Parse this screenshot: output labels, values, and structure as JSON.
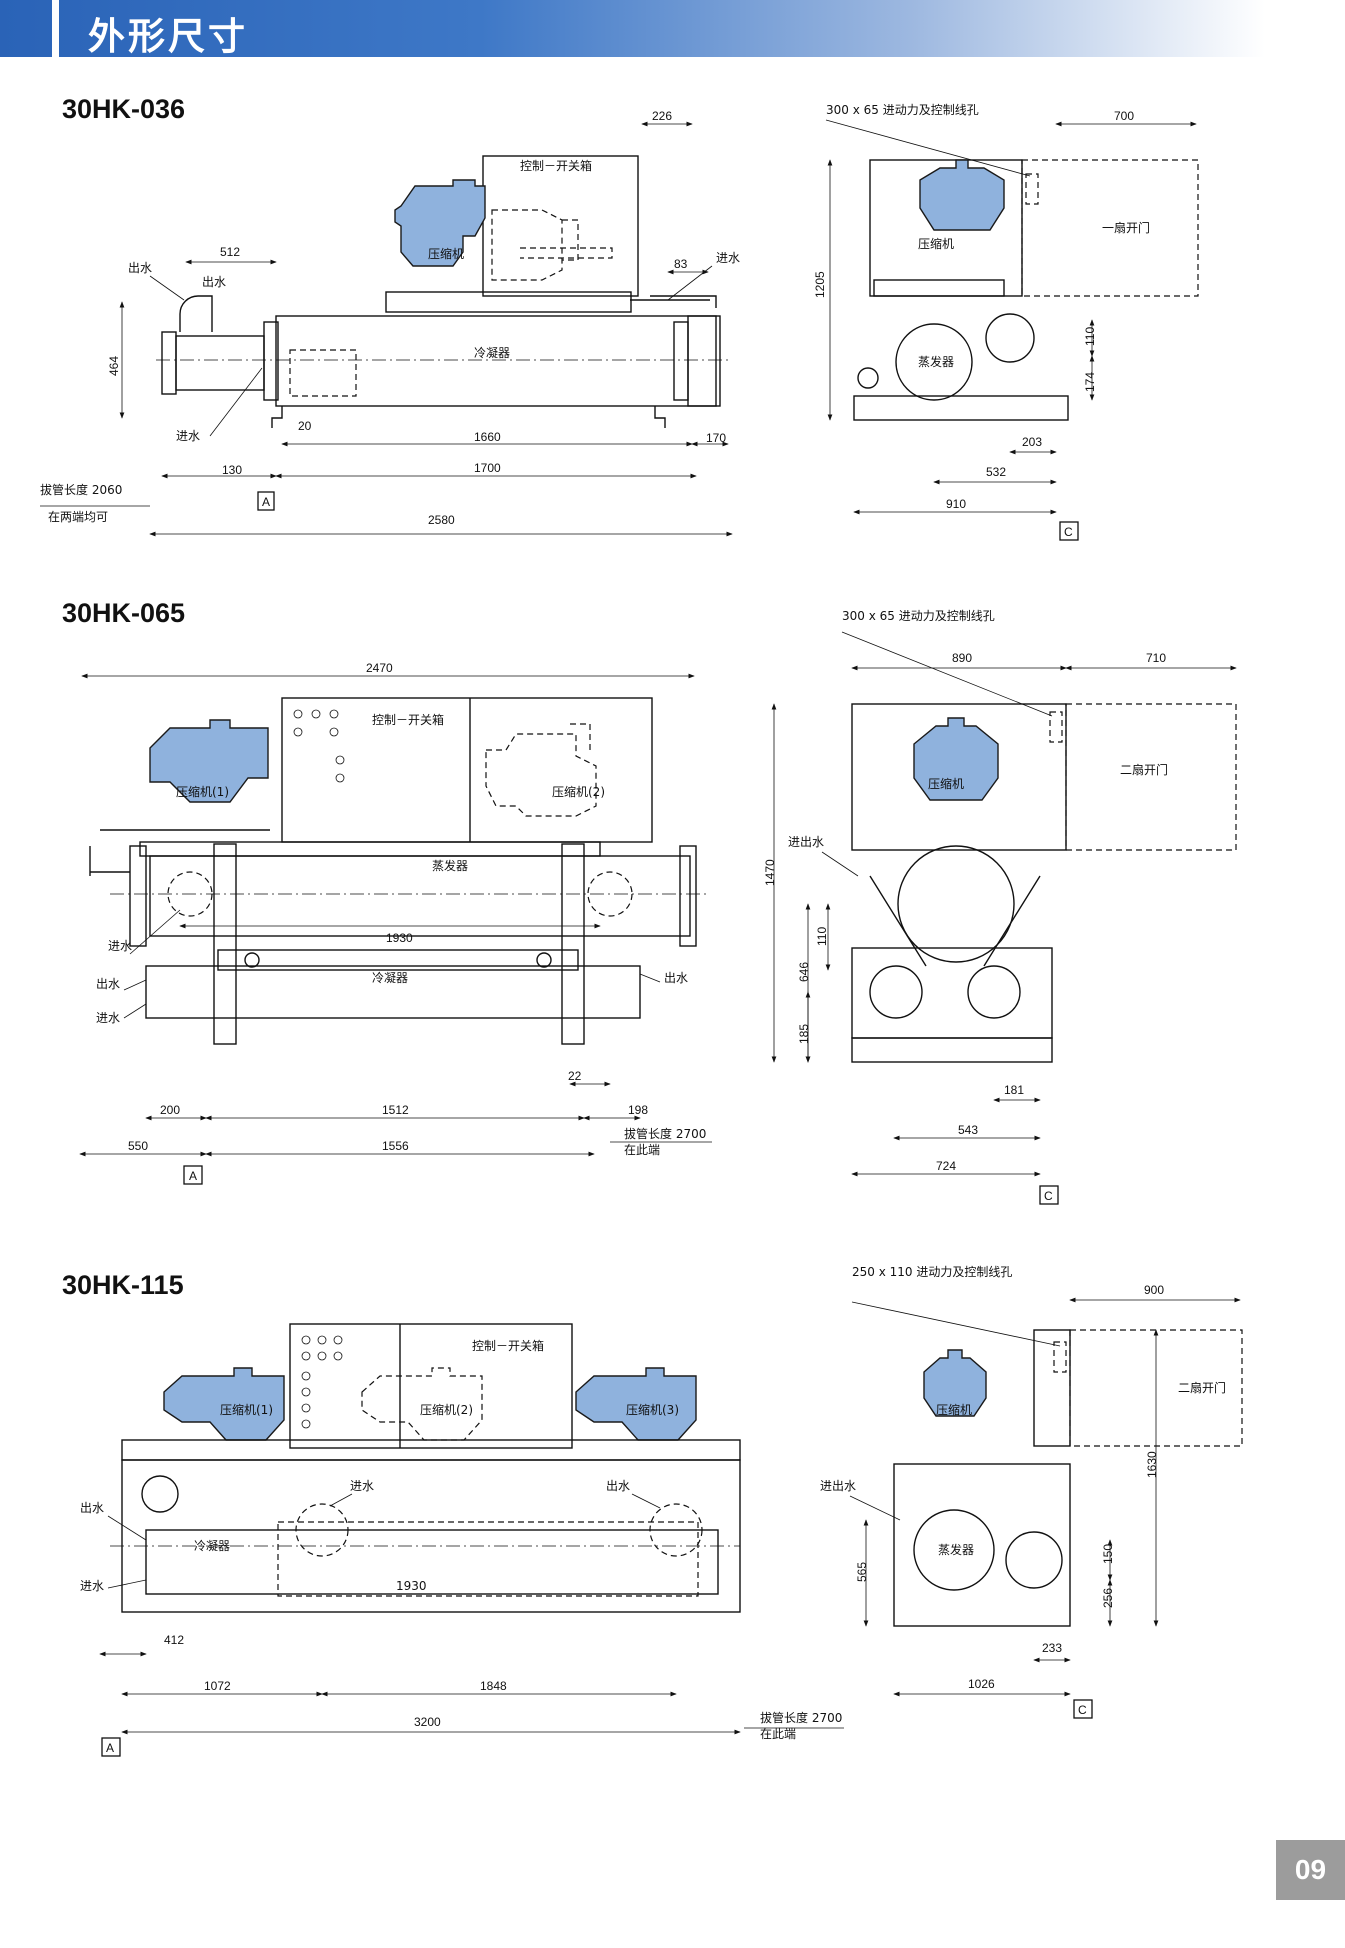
{
  "page": {
    "title": "外形尺寸",
    "number": "09"
  },
  "models": [
    {
      "name": "30HK-036",
      "labels": {
        "control_box": "控制－开关箱",
        "compressor": "压缩机",
        "condenser": "冷凝器",
        "water_out_1": "出水",
        "water_out_2": "出水",
        "water_in_1": "进水",
        "water_in_2": "进水",
        "pull_tube": "拔管长度 2060",
        "pull_tube_note": "在两端均可",
        "cable_hole": "300 x 65 进动力及控制线孔",
        "door": "一扇开门",
        "side_compressor": "压缩机",
        "evaporator": "蒸发器",
        "view_a": "A",
        "view_c": "C"
      },
      "dims": {
        "d226": "226",
        "d512": "512",
        "d83": "83",
        "d464": "464",
        "d20": "20",
        "d1660": "1660",
        "d170": "170",
        "d130": "130",
        "d1700": "1700",
        "d2580": "2580",
        "d700": "700",
        "d1205": "1205",
        "d110": "110",
        "d174": "174",
        "d203": "203",
        "d532": "532",
        "d910": "910"
      }
    },
    {
      "name": "30HK-065",
      "labels": {
        "control_box": "控制－开关箱",
        "compressor_1": "压缩机(1)",
        "compressor_2": "压缩机(2)",
        "evaporator": "蒸发器",
        "condenser": "冷凝器",
        "water_in_1": "进水",
        "water_out_1": "出水",
        "water_in_2": "进水",
        "water_out_2": "出水",
        "pull_tube": "拔管长度 2700",
        "pull_tube_note": "在此端",
        "cable_hole": "300 x 65 进动力及控制线孔",
        "door": "二扇开门",
        "side_compressor": "压缩机",
        "side_water": "进出水",
        "view_a": "A",
        "view_c": "C"
      },
      "dims": {
        "d2470": "2470",
        "d1930": "1930",
        "d22": "22",
        "d200": "200",
        "d1512": "1512",
        "d198": "198",
        "d550": "550",
        "d1556": "1556",
        "d890": "890",
        "d710": "710",
        "d1470": "1470",
        "d646": "646",
        "d110": "110",
        "d185": "185",
        "d181": "181",
        "d543": "543",
        "d724": "724"
      }
    },
    {
      "name": "30HK-115",
      "labels": {
        "control_box": "控制－开关箱",
        "compressor_1": "压缩机(1)",
        "compressor_2": "压缩机(2)",
        "compressor_3": "压缩机(3)",
        "condenser": "冷凝器",
        "water_out_1": "出水",
        "water_in_1": "进水",
        "water_in_2": "进水",
        "water_out_2": "出水",
        "pull_tube": "拔管长度 2700",
        "pull_tube_note": "在此端",
        "cable_hole": "250 x 110  进动力及控制线孔",
        "door": "二扇开门",
        "side_compressor": "压缩机",
        "side_water": "进出水",
        "evaporator": "蒸发器",
        "view_a": "A",
        "view_c": "C"
      },
      "dims": {
        "d1930": "1930",
        "d412": "412",
        "d1072": "1072",
        "d1848": "1848",
        "d3200": "3200",
        "d900": "900",
        "d1630": "1630",
        "d565": "565",
        "d150": "150",
        "d256": "256",
        "d233": "233",
        "d1026": "1026"
      }
    }
  ]
}
